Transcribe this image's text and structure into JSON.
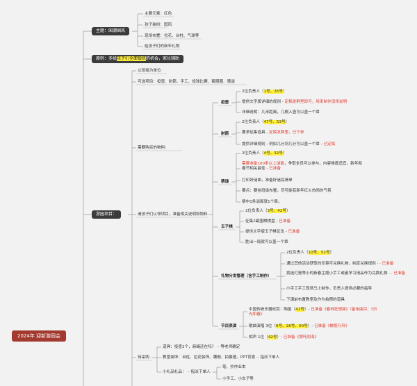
{
  "root": "2024年 迎新游园会",
  "theme": {
    "label": "主题：国潮国风",
    "items": [
      "主要元素：红色",
      "孩子装扮：国风",
      "现场布置：拉花、台柱、气球等",
      "给孩子们的新年礼物"
    ]
  },
  "principle": {
    "pre": "原则：多给",
    "hl": "孩子们全面锻炼",
    "post": "的机会，家长辅助"
  },
  "games": {
    "label": "游园项目：",
    "unit": "以班级为单位",
    "options": "可选项目：投壶、射箭、手工、投球比赛、套圈圈、猜谜",
    "materials_label": "需要购买的物料：",
    "report_label": "请孩子们认领项目，准备相关说明和物料",
    "toujiu": {
      "label": "投壶",
      "lead_pre": "2位负责人（",
      "lead_hl": "1号、35号",
      "lead_post": "）",
      "doc_pre": "提供文字版详细的规则 - ",
      "doc_red": "定稿发群里即可，用来制作现场说明",
      "detail": "详细说明：几米距离，几根入壶可以盖一个章"
    },
    "sheji": {
      "label": "射箭",
      "lead_pre": "2位负责人（",
      "lead_hl": "47号、53号",
      "lead_post": "）",
      "buy_pre": "要求征集道具 - ",
      "buy_red": "定稿发群里，已下单",
      "rules_pre": "提供详细规则 - 例如几分到几分可以盖一个章 - ",
      "rules_red": "已定稿"
    },
    "caimi": {
      "label": "猜谜",
      "lead_pre": "2位负责人（",
      "lead_hl": "4号、32号",
      "lead_post": "）",
      "prep_hl": "需要准备100条以上谜面",
      "prep_mid": "，争取全员可以参与，内容难度适宜，新年和春节相关最佳",
      "prep_red": " - 已准备",
      "print": "打印好谜面，准备好谜底清单",
      "decor": "要点：要挂班级布置，尽可能有新年红火热闹的气氛",
      "rule": "猜中1条谜面就1个章。"
    },
    "wuziqi": {
      "label": "五子棋",
      "lead_pre": "2位负责人（",
      "lead_hl": "3号、42号",
      "lead_post": "）",
      "board_pre": "征集2副围棋棋盘 - ",
      "board_red": "已准备",
      "doc_pre": "提供文字版五子棋玩法 - ",
      "doc_red": "已准备",
      "rule": "胜出一局就可以盖一个章"
    },
    "gifts": {
      "label": "礼物分发管理（含手工制作）",
      "lead_pre": "2位负责人（",
      "lead_hl": "10号、52号",
      "lead_post": "）",
      "exchange_pre": "通过其他活动获取的印章可兑换礼物，制定兑换规则 · · ",
      "exchange_red": "已准备",
      "craft_pre": "挑选灯笼等小的新春主题小手工或者学习用品作为兑换礼物 · · ",
      "craft_red": "已准备",
      "volunteer": "小手工手工现场马上制作，负责人提供必要的指导",
      "decor": "下课前布置教室及作为拍照的道具"
    },
    "shows": {
      "label": "节目表演",
      "opera_pre": "中国传统乐器欣赏：陶笛（",
      "opera_hl": "41号",
      "opera_mid": "）- ",
      "opera_red": "已准备《春林狂想曲》（备用曲目：《日光和春》",
      "song_pre": "歌曲演唱 3位（",
      "song_hl": "6号、26号、50号",
      "song_mid": "）- ",
      "song_red": "已准备《橄榄行舟》",
      "crosstalk_pre": "相声 1位（",
      "crosstalk_hl": "42号",
      "crosstalk_mid": "）- ",
      "crosstalk_red": "已准备《哪吒闹海》"
    }
  },
  "procure": {
    "label": "待采购",
    "food": "道具：投壶2个，麻绳还在吗？ ·· 等老师确定",
    "decor": "教室装饰：台柱、拉花装饰、腰鼓、拍摄框、PPT背景 ·· 指派下单人",
    "gift_label": "小礼品礼品： ·· 指派下单人",
    "gift_items": [
      "笔、抄作业本",
      "小手工、小车子等"
    ]
  }
}
